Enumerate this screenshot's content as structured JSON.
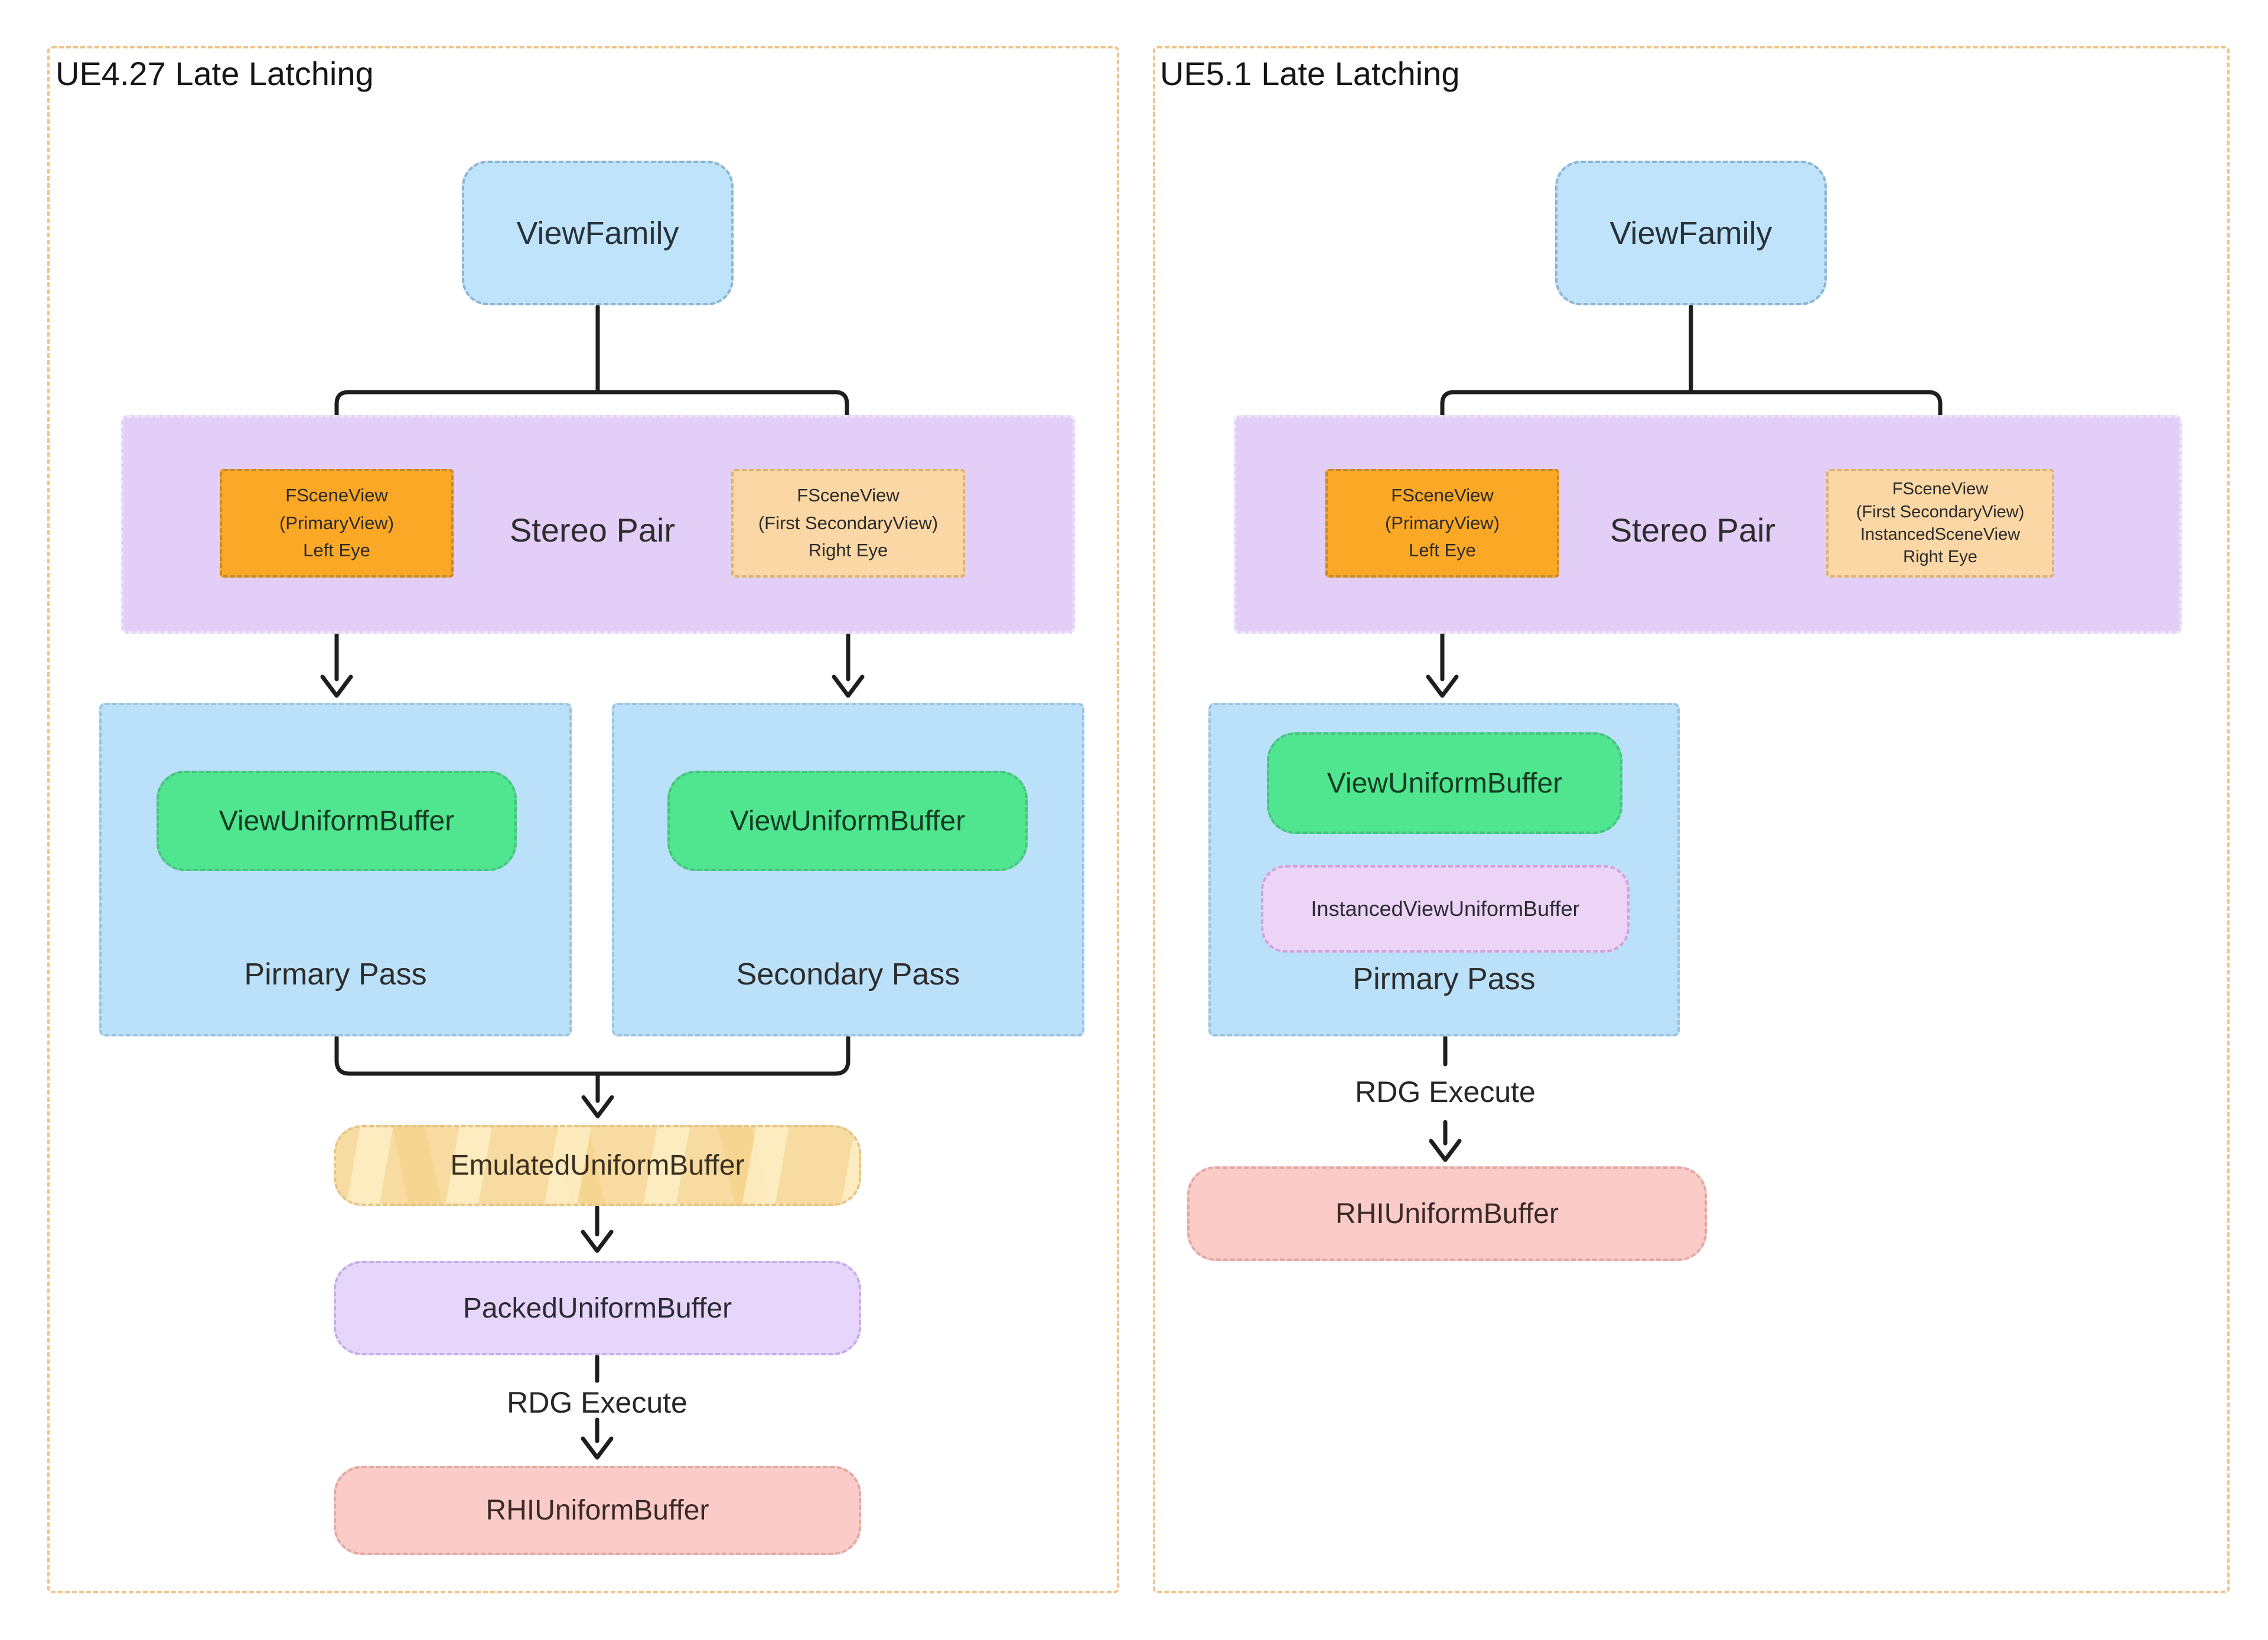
{
  "palette": {
    "panel_border": "#f2c287",
    "blue_fill": "#bee3fb",
    "purple_group_fill": "#e2cef7",
    "orange_fill": "#fba827",
    "light_orange_fill": "#fad7a4",
    "green_fill": "#50e58f",
    "lavender_fill": "#e6d6fb",
    "instanced_fill": "#ebd4f6",
    "pink_fill": "#fbcbc7",
    "tan_fill": "#f7dba1",
    "arrow_color": "#1e1e1e"
  },
  "left_panel": {
    "title": "UE4.27 Late Latching",
    "view_family": "ViewFamily",
    "stereo_pair": "Stereo Pair",
    "left_eye_view": {
      "line1": "FSceneView",
      "line2": "(PrimaryView)",
      "line3": "Left Eye"
    },
    "right_eye_view": {
      "line1": "FSceneView",
      "line2": "(First SecondaryView)",
      "line3": "Right Eye"
    },
    "primary_pass": {
      "buffer": "ViewUniformBuffer",
      "label": "Pirmary Pass"
    },
    "secondary_pass": {
      "buffer": "ViewUniformBuffer",
      "label": "Secondary Pass"
    },
    "emulated_buffer": "EmulatedUniformBuffer",
    "packed_buffer": "PackedUniformBuffer",
    "rdg_execute": "RDG Execute",
    "rhi_buffer": "RHIUniformBuffer"
  },
  "right_panel": {
    "title": "UE5.1 Late Latching",
    "view_family": "ViewFamily",
    "stereo_pair": "Stereo Pair",
    "left_eye_view": {
      "line1": "FSceneView",
      "line2": "(PrimaryView)",
      "line3": "Left Eye"
    },
    "right_eye_view": {
      "line1": "FSceneView",
      "line2": "(First SecondaryView)",
      "line3": "InstancedSceneView",
      "line4": "Right Eye"
    },
    "primary_pass": {
      "buffer": "ViewUniformBuffer",
      "instanced_buffer": "InstancedViewUniformBuffer",
      "label": "Pirmary Pass"
    },
    "rdg_execute": "RDG Execute",
    "rhi_buffer": "RHIUniformBuffer"
  }
}
